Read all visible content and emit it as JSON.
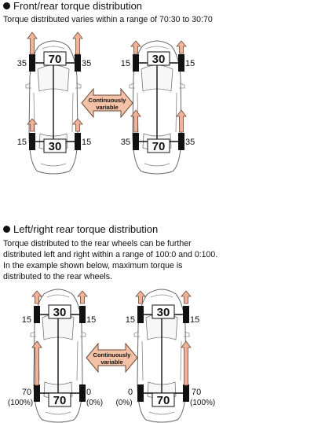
{
  "section1": {
    "heading": "Front/rear torque distribution",
    "description": "Torque distributed varies within a range of 70:30 to 30:70",
    "left_car": {
      "front_center": "70",
      "rear_center": "30",
      "front_left": "35",
      "front_right": "35",
      "rear_left": "15",
      "rear_right": "15"
    },
    "right_car": {
      "front_center": "30",
      "rear_center": "70",
      "front_left": "15",
      "front_right": "15",
      "rear_left": "35",
      "rear_right": "35"
    },
    "arrow_line1": "Continuously",
    "arrow_line2": "variable"
  },
  "section2": {
    "heading": "Left/right rear torque distribution",
    "description_lines": [
      "Torque distributed to the rear wheels can be further",
      "distributed left and right within a range of 100:0 and 0:100.",
      "In the example shown below, maximum torque is",
      "distributed to the rear wheels."
    ],
    "left_car": {
      "front_center": "30",
      "rear_center": "70",
      "front_left": "15",
      "front_right": "15",
      "rear_left": "70",
      "rear_left_pct": "(100%)",
      "rear_right": "0",
      "rear_right_pct": "(0%)"
    },
    "right_car": {
      "front_center": "30",
      "rear_center": "70",
      "front_left": "15",
      "front_right": "15",
      "rear_left": "0",
      "rear_left_pct": "(0%)",
      "rear_right": "70",
      "rear_right_pct": "(100%)"
    },
    "arrow_line1": "Continuously",
    "arrow_line2": "variable"
  },
  "colors": {
    "arrow_fill": "#f0b39a",
    "arrow_stroke": "#6b4a3a",
    "wheel": "#111111"
  }
}
